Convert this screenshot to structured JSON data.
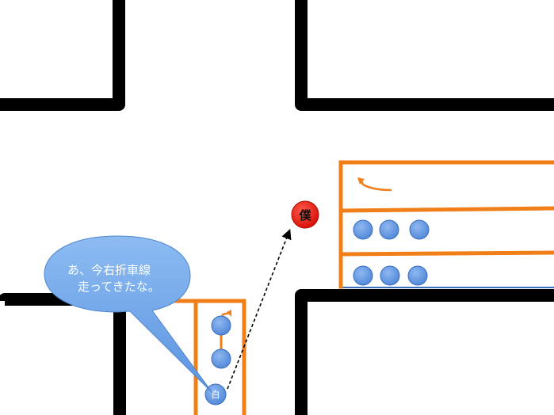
{
  "bubble": {
    "line1": "あ、今右折車線",
    "line2": "走ってきたな。"
  },
  "markers": {
    "me_label": "僕",
    "white_car_label": "白"
  },
  "colors": {
    "curb": "#000000",
    "lane": "#f07f1a",
    "car_fill": "#5b93e0",
    "car_stroke": "#3a6fbf",
    "me_fill": "#e8140c",
    "bubble_fill": "#6fa5e6",
    "bubble_stroke": "#4f86cc"
  }
}
